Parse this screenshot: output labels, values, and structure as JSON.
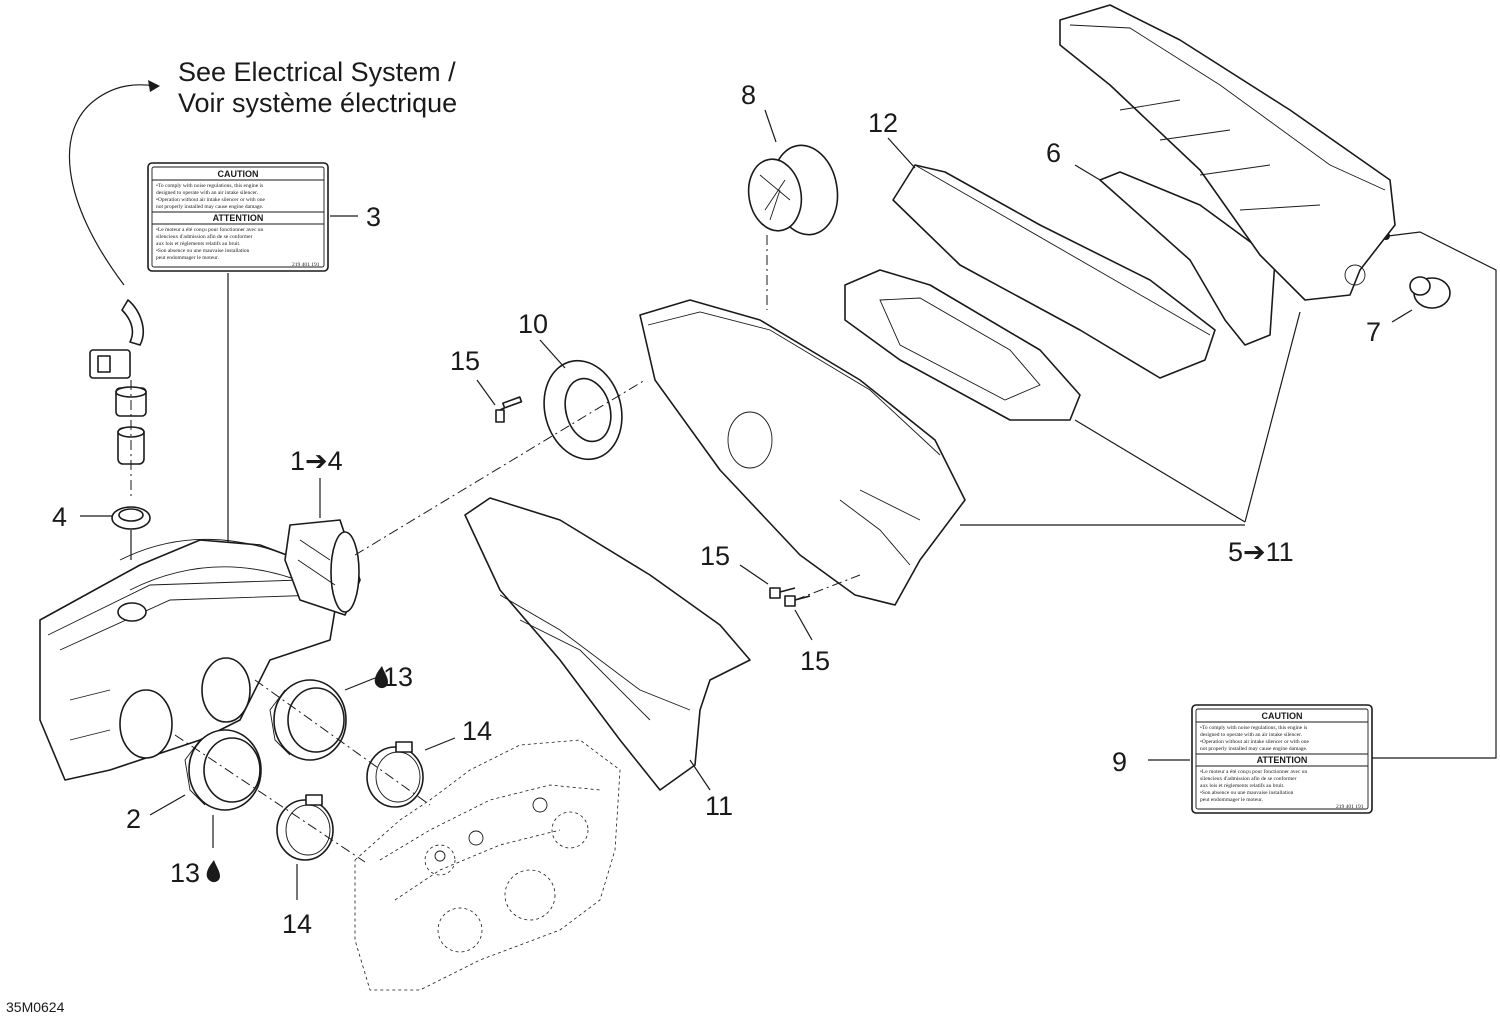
{
  "diagram": {
    "reference_code": "35M0624",
    "note_line1": "See Electrical System /",
    "note_line2": "Voir système électrique",
    "callouts": [
      {
        "id": "c1to4",
        "text": "1➔4"
      },
      {
        "id": "c2",
        "text": "2"
      },
      {
        "id": "c3",
        "text": "3"
      },
      {
        "id": "c4",
        "text": "4"
      },
      {
        "id": "c5to11",
        "text": "5➔11"
      },
      {
        "id": "c6",
        "text": "6"
      },
      {
        "id": "c7",
        "text": "7"
      },
      {
        "id": "c8",
        "text": "8"
      },
      {
        "id": "c9",
        "text": "9"
      },
      {
        "id": "c10",
        "text": "10"
      },
      {
        "id": "c11",
        "text": "11"
      },
      {
        "id": "c12",
        "text": "12"
      },
      {
        "id": "c13a",
        "text": "13"
      },
      {
        "id": "c13b",
        "text": "13"
      },
      {
        "id": "c14a",
        "text": "14"
      },
      {
        "id": "c14b",
        "text": "14"
      },
      {
        "id": "c15a",
        "text": "15"
      },
      {
        "id": "c15b",
        "text": "15"
      },
      {
        "id": "c15c",
        "text": "15"
      }
    ],
    "warning_label": {
      "caution_title": "CAUTION",
      "caution_lines": [
        "•To comply with noise regulations, this engine is",
        "designed to operate with an air intake silencer.",
        "•Operation without air intake silencer or with one",
        "not properly installed may cause engine damage."
      ],
      "attention_title": "ATTENTION",
      "attention_lines": [
        "•Le moteur a été conçu pour fonctionner avec un",
        "silencieux d'admission afin de se conformer",
        "aux lois et règlements relatifs au bruit.",
        "•Son absence ou une mauvaise installation",
        "peut endommager le moteur."
      ],
      "part_no": "219 401 191"
    }
  }
}
